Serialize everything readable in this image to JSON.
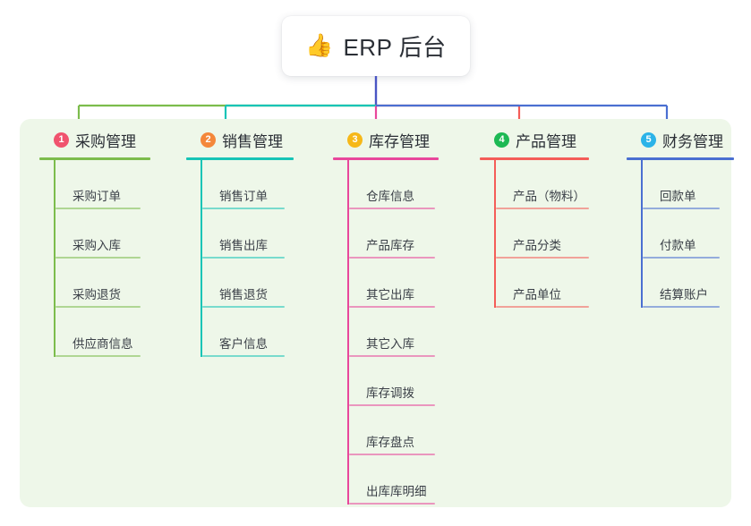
{
  "title": {
    "icon": "thumbs-up-icon",
    "icon_glyph": "👍",
    "text": "ERP 后台"
  },
  "palette": {
    "panel_bg": "#eef7e9",
    "page_bg": "#ffffff",
    "title_text": "#2b2f36",
    "root_connector": "#4a55c4"
  },
  "columns": [
    {
      "number": "1",
      "title": "采购管理",
      "color": "#7cbc4c",
      "badge_color": "#f0536e",
      "items": [
        {
          "label": "采购订单"
        },
        {
          "label": "采购入库"
        },
        {
          "label": "采购退货"
        },
        {
          "label": "供应商信息"
        }
      ]
    },
    {
      "number": "2",
      "title": "销售管理",
      "color": "#17c4b6",
      "badge_color": "#f4873a",
      "items": [
        {
          "label": "销售订单"
        },
        {
          "label": "销售出库"
        },
        {
          "label": "销售退货"
        },
        {
          "label": "客户信息"
        }
      ]
    },
    {
      "number": "3",
      "title": "库存管理",
      "color": "#e8479b",
      "badge_color": "#f6b819",
      "items": [
        {
          "label": "仓库信息"
        },
        {
          "label": "产品库存"
        },
        {
          "label": "其它出库"
        },
        {
          "label": "其它入库"
        },
        {
          "label": "库存调拨"
        },
        {
          "label": "库存盘点"
        },
        {
          "label": "出库库明细"
        }
      ]
    },
    {
      "number": "4",
      "title": "产品管理",
      "color": "#f45d58",
      "badge_color": "#1db954",
      "items": [
        {
          "label": "产品（物料）"
        },
        {
          "label": "产品分类"
        },
        {
          "label": "产品单位"
        }
      ]
    },
    {
      "number": "5",
      "title": "财务管理",
      "color": "#4a6fd1",
      "badge_color": "#2bb3e8",
      "items": [
        {
          "label": "回款单"
        },
        {
          "label": "付款单"
        },
        {
          "label": "结算账户"
        }
      ]
    }
  ]
}
